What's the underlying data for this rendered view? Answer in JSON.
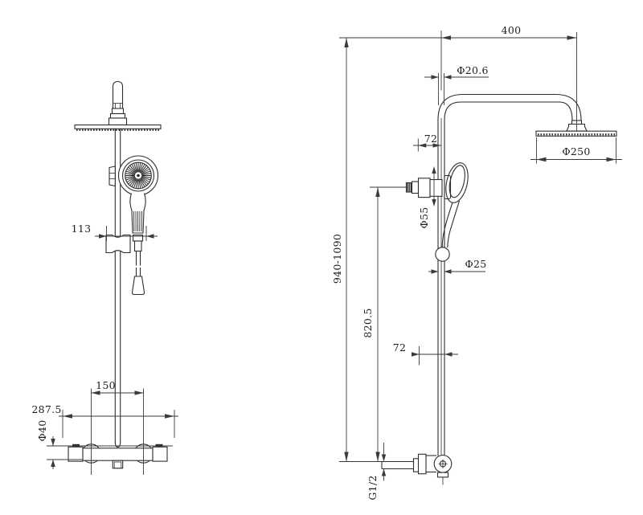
{
  "drawing": {
    "type": "technical-dimension-drawing",
    "views": {
      "front_view": "front view of shower column",
      "side_view": "side view of shower column"
    },
    "colors": {
      "line": "#2e2e2e",
      "background": "#ffffff",
      "text": "#1f1f1f"
    }
  },
  "dimensions": {
    "front_view": {
      "d113": "113",
      "d150": "150",
      "d287_5": "287.5",
      "d40": "Φ40"
    },
    "side_view": {
      "d400": "400",
      "d20_6": "Φ20.6",
      "d250": "Φ250",
      "d72_top": "72",
      "d55": "Φ55",
      "d25": "Φ25",
      "height_range": "940-1090",
      "d820_5": "820.5",
      "d72_bottom": "72",
      "thread": "G1/2"
    }
  }
}
